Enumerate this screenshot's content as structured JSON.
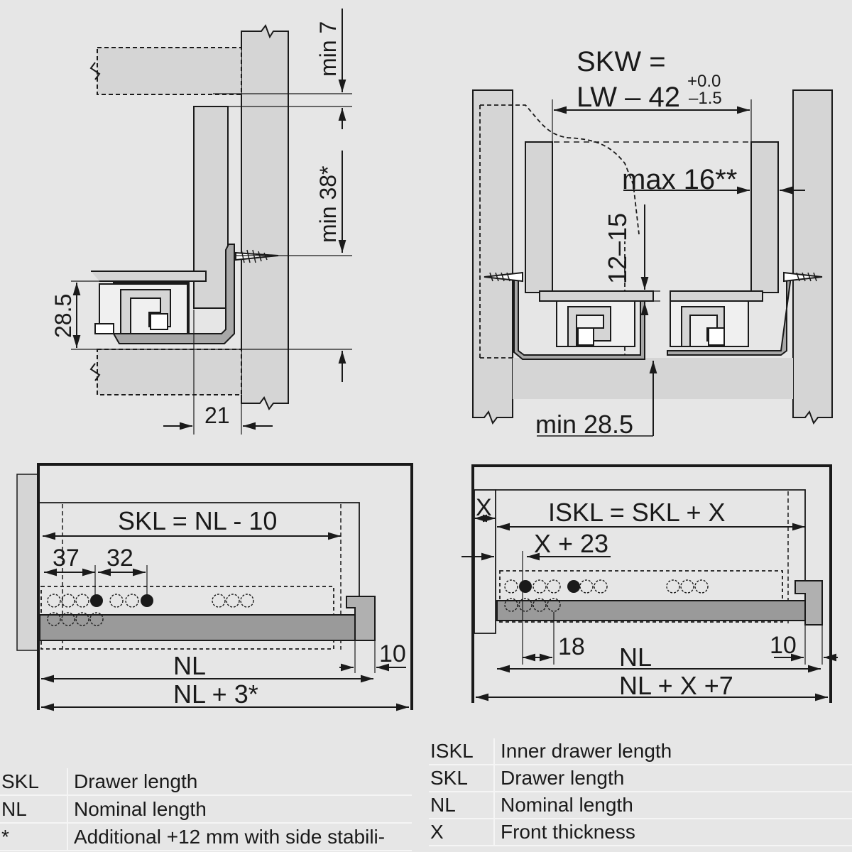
{
  "diagrams": {
    "side_view": {
      "min_7": "min 7",
      "min_38": "min 38*",
      "h_28_5": "28.5",
      "w_21": "21"
    },
    "front_view": {
      "skw_line1": "SKW =",
      "skw_line2": "LW – 42",
      "tol_plus": "+0.0",
      "tol_minus": "–1.5",
      "max_16": "max 16**",
      "range_12_15": "12–15",
      "min_28_5": "min 28.5"
    },
    "plan_left": {
      "skl": "SKL = NL - 10",
      "d37": "37",
      "d32": "32",
      "d10": "10",
      "nl": "NL",
      "nl3": "NL + 3*"
    },
    "plan_right": {
      "x": "X",
      "iskl": "ISKL = SKL + X",
      "x23": "X + 23",
      "d18": "18",
      "d10": "10",
      "nl": "NL",
      "nlx7": "NL + X +7"
    }
  },
  "legend_left": [
    {
      "key": "SKL",
      "value": "Drawer length"
    },
    {
      "key": "NL",
      "value": "Nominal length"
    },
    {
      "key": "*",
      "value": "Additional +12 mm with side stabili-"
    }
  ],
  "legend_right": [
    {
      "key": "ISKL",
      "value": "Inner drawer length"
    },
    {
      "key": "SKL",
      "value": "Drawer length"
    },
    {
      "key": "NL",
      "value": "Nominal length"
    },
    {
      "key": "X",
      "value": "Front thickness"
    }
  ],
  "colors": {
    "background": "#e6e6e6",
    "panel": "#d5d5d5",
    "line": "#1a1a1a",
    "runner": "#9a9a9a"
  }
}
